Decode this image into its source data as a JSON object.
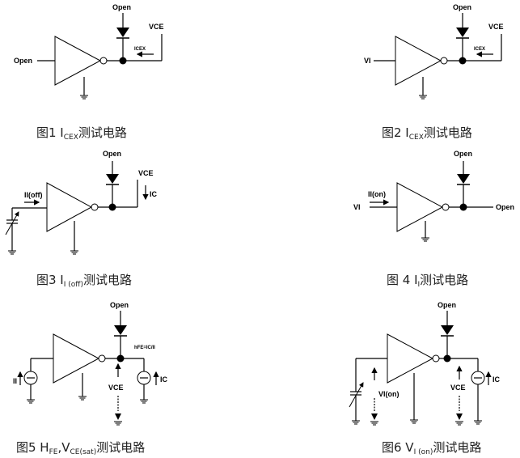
{
  "labels": {
    "open": "Open",
    "vce": "VCE",
    "icex": "ICEX",
    "vi": "VI",
    "ii_off": "II(off)",
    "ic": "IC",
    "ii_on": "II(on)",
    "hfe_eq": "hFE=IC/II",
    "ii": "II",
    "vi_on": "VI(on)"
  },
  "captions": {
    "fig1": {
      "pre": "图1 I",
      "sub": "CEX",
      "post": "测试电路"
    },
    "fig2": {
      "pre": "图2 I",
      "sub": "CEX",
      "post": "测试电路"
    },
    "fig3": {
      "pre": "图3 I",
      "sub": "I (off)",
      "post": "测试电路"
    },
    "fig4": {
      "pre": "图 4 I",
      "sub": "I",
      "post": "测试电路"
    },
    "fig5": {
      "pre": "图5 H",
      "sub": "FE",
      "mid": ",V",
      "sub2": "CE(sat)",
      "post": "测试电路"
    },
    "fig6": {
      "pre": "图6 V",
      "sub": "I (on)",
      "post": "测试电路"
    }
  }
}
